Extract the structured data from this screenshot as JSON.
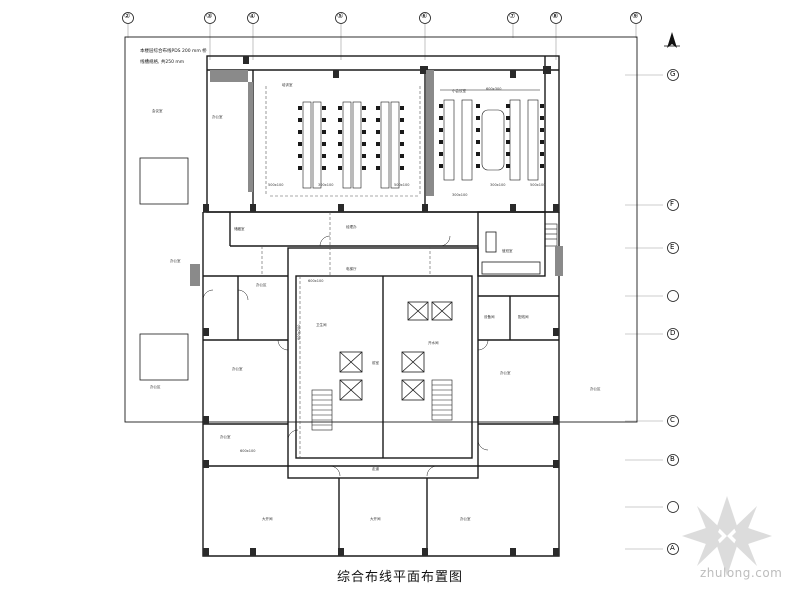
{
  "title": "综合布线平面布置图",
  "watermark": "zhulong.com",
  "grid_top": [
    "②",
    "③",
    "④",
    "⑤",
    "⑥",
    "⑦",
    "⑧",
    "⑨"
  ],
  "grid_right": [
    "G",
    "F",
    "E",
    "D",
    "C",
    "B",
    "A"
  ],
  "notes": [
    "本楼层综合布线PDS 200 mm 桥",
    "线槽规格, 共250 mm"
  ],
  "dimensions": [
    "500x100",
    "500x100",
    "300x100",
    "300x100",
    "500x100",
    "300x100",
    "600x100",
    "600x200",
    "600x300",
    "600x100"
  ],
  "room_labels": [
    "会议室",
    "培训室",
    "办公室",
    "储藏室",
    "经理办",
    "小会议室",
    "值班室",
    "办公室",
    "电梯厅",
    "卫生间",
    "开水间",
    "前室",
    "走道",
    "办公区",
    "办公室",
    "办公室",
    "设备间",
    "配线间",
    "大开间",
    "大开间",
    "办公室",
    "办公室",
    "办公区",
    "办公区"
  ],
  "colors": {
    "line": "#1a1a1a",
    "light": "#6b6b6b",
    "watermark": "#d9d9d9"
  }
}
